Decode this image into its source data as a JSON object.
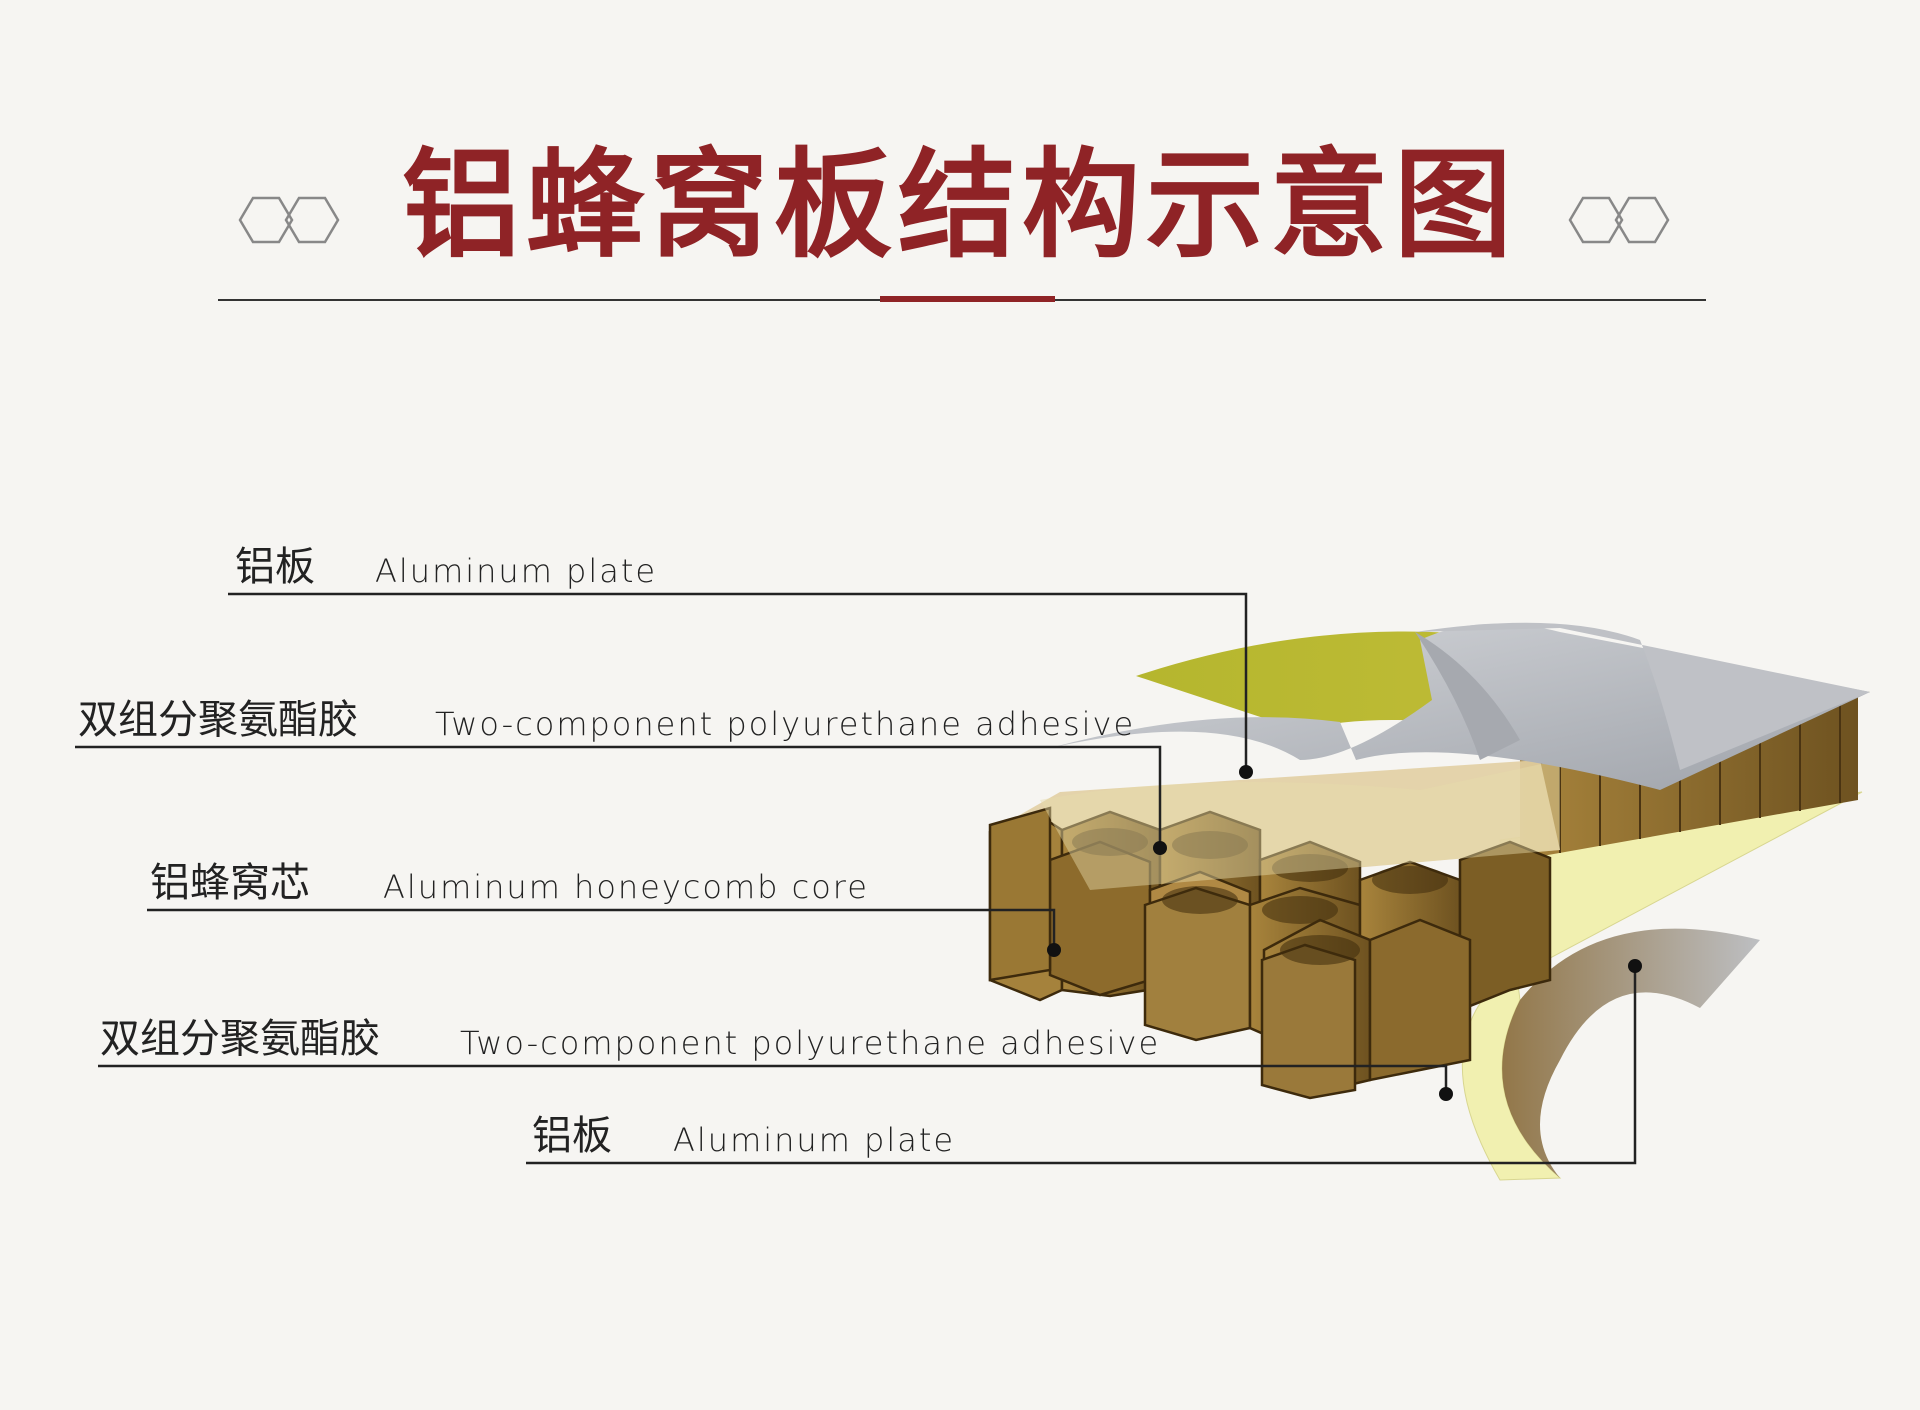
{
  "title": "铝蜂窝板结构示意图",
  "layers": [
    {
      "cn": "铝板",
      "en": "Aluminum plate"
    },
    {
      "cn": "双组分聚氨酯胶",
      "en": "Two-component polyurethane adhesive"
    },
    {
      "cn": "铝蜂窝芯",
      "en": "Aluminum honeycomb core"
    },
    {
      "cn": "双组分聚氨酯胶",
      "en": "Two-component polyurethane adhesive"
    },
    {
      "cn": "铝板",
      "en": "Aluminum plate"
    }
  ],
  "colors": {
    "title": "#8f2326",
    "background": "#f6f5f2",
    "aluminum": "#b9bcc2",
    "adhesive_top": "#b6b534",
    "adhesive_bottom": "#f1f0b0",
    "honeycomb": "#8c6a2c"
  }
}
